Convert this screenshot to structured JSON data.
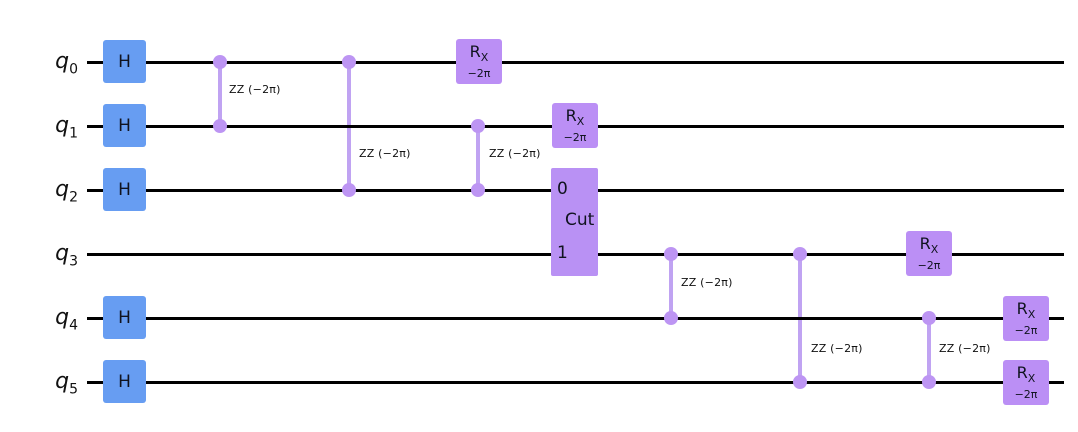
{
  "figure": {
    "type": "quantum-circuit-diagram",
    "background": "#ffffff",
    "colors": {
      "h_gate_fill": "#679df2",
      "rx_gate_fill": "#bb8ff5",
      "cut_box_fill": "#b991f4",
      "connector_line": "#c0a3f2",
      "connector_dot": "#bd95f3",
      "wire": "#000000",
      "text": "#111111"
    },
    "qubits": [
      {
        "label": "q",
        "sub": "0"
      },
      {
        "label": "q",
        "sub": "1"
      },
      {
        "label": "q",
        "sub": "2"
      },
      {
        "label": "q",
        "sub": "3"
      },
      {
        "label": "q",
        "sub": "4"
      },
      {
        "label": "q",
        "sub": "5"
      }
    ],
    "h_gate": {
      "label": "H"
    },
    "rx_gate": {
      "label": "R",
      "sub": "X",
      "param": "−2π"
    },
    "h_gates_on_qubits": [
      "q0",
      "q1",
      "q2",
      "q4",
      "q5"
    ],
    "rx_gates_on_qubits": [
      "q0",
      "q1",
      "q3",
      "q4",
      "q5"
    ],
    "zz_connectors": [
      {
        "from": "q0",
        "to": "q1",
        "label": "ZZ (−2π)"
      },
      {
        "from": "q0",
        "to": "q2",
        "label": "ZZ (−2π)"
      },
      {
        "from": "q1",
        "to": "q2",
        "label": "ZZ (−2π)"
      },
      {
        "from": "q3",
        "to": "q4",
        "label": "ZZ (−2π)"
      },
      {
        "from": "q3",
        "to": "q5",
        "label": "ZZ (−2π)"
      },
      {
        "from": "q4",
        "to": "q5",
        "label": "ZZ (−2π)"
      }
    ],
    "cut_box": {
      "port_top": "0",
      "label": "Cut",
      "port_bottom": "1",
      "from": "q2",
      "to": "q3"
    }
  }
}
